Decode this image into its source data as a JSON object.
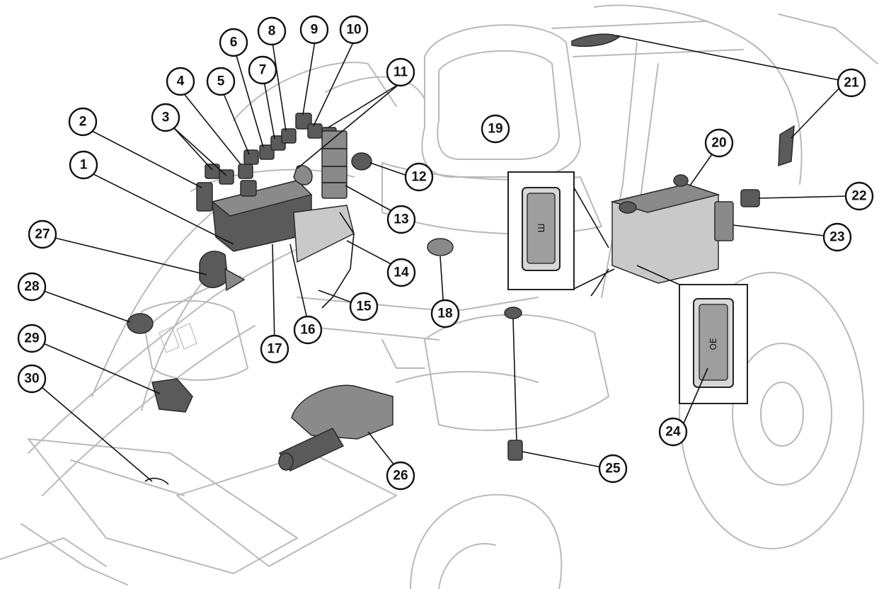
{
  "callouts": [
    "1",
    "2",
    "3",
    "4",
    "5",
    "6",
    "7",
    "8",
    "9",
    "10",
    "11",
    "12",
    "13",
    "14",
    "15",
    "16",
    "17",
    "18",
    "19",
    "20",
    "21",
    "22",
    "23",
    "24",
    "25",
    "26",
    "27",
    "28",
    "29",
    "30"
  ],
  "inset_switch_19": {
    "label": "Ш"
  },
  "inset_switch_24": {
    "label": "OE"
  },
  "colors": {
    "line_art": "#b9b9b9",
    "callout_stroke": "#111111",
    "part_fill": "#5a5a5a"
  }
}
